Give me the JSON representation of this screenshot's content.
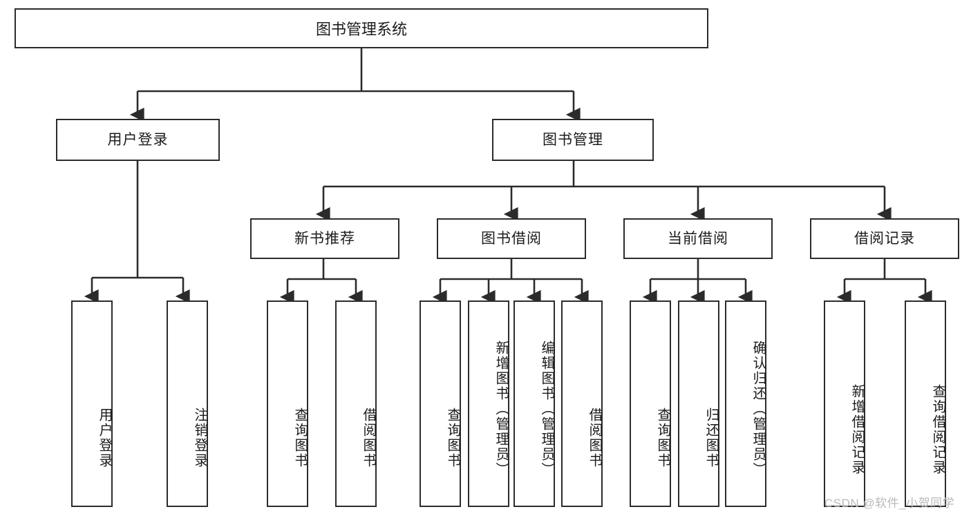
{
  "diagram": {
    "type": "tree",
    "title": "图书管理系统",
    "root": {
      "label": "图书管理系统"
    },
    "level2": [
      {
        "id": "user-login",
        "label": "用户登录"
      },
      {
        "id": "book-manage",
        "label": "图书管理"
      }
    ],
    "level3": [
      {
        "id": "new-book-recommend",
        "label": "新书推荐",
        "parent": "book-manage"
      },
      {
        "id": "book-borrow",
        "label": "图书借阅",
        "parent": "book-manage"
      },
      {
        "id": "current-borrow",
        "label": "当前借阅",
        "parent": "book-manage"
      },
      {
        "id": "borrow-record",
        "label": "借阅记录",
        "parent": "book-manage"
      }
    ],
    "leaves": [
      {
        "id": "leaf-user-login",
        "label": "用户登录",
        "parent": "user-login"
      },
      {
        "id": "leaf-logout-login",
        "label": "注销登录",
        "parent": "user-login"
      },
      {
        "id": "leaf-query-book-1",
        "label": "查询图书",
        "parent": "new-book-recommend"
      },
      {
        "id": "leaf-borrow-book-1",
        "label": "借阅图书",
        "parent": "new-book-recommend"
      },
      {
        "id": "leaf-query-book-2",
        "label": "查询图书",
        "parent": "book-borrow"
      },
      {
        "id": "leaf-add-book",
        "label": "新增图书（管理员）",
        "parent": "book-borrow"
      },
      {
        "id": "leaf-edit-book",
        "label": "编辑图书（管理员）",
        "parent": "book-borrow"
      },
      {
        "id": "leaf-borrow-book-2",
        "label": "借阅图书",
        "parent": "book-borrow"
      },
      {
        "id": "leaf-query-book-3",
        "label": "查询图书",
        "parent": "current-borrow"
      },
      {
        "id": "leaf-return-book",
        "label": "归还图书",
        "parent": "current-borrow"
      },
      {
        "id": "leaf-confirm-return",
        "label": "确认归还（管理员）",
        "parent": "current-borrow"
      },
      {
        "id": "leaf-add-record",
        "label": "新增借阅记录",
        "parent": "borrow-record"
      },
      {
        "id": "leaf-query-record",
        "label": "查询借阅记录",
        "parent": "borrow-record"
      }
    ],
    "colors": {
      "stroke": "#2b2b2b",
      "fill": "#ffffff",
      "text": "#1b1b1b",
      "watermark": "#b9b9b9"
    }
  },
  "watermark": {
    "text": "CSDN @软件_小贺同学"
  }
}
